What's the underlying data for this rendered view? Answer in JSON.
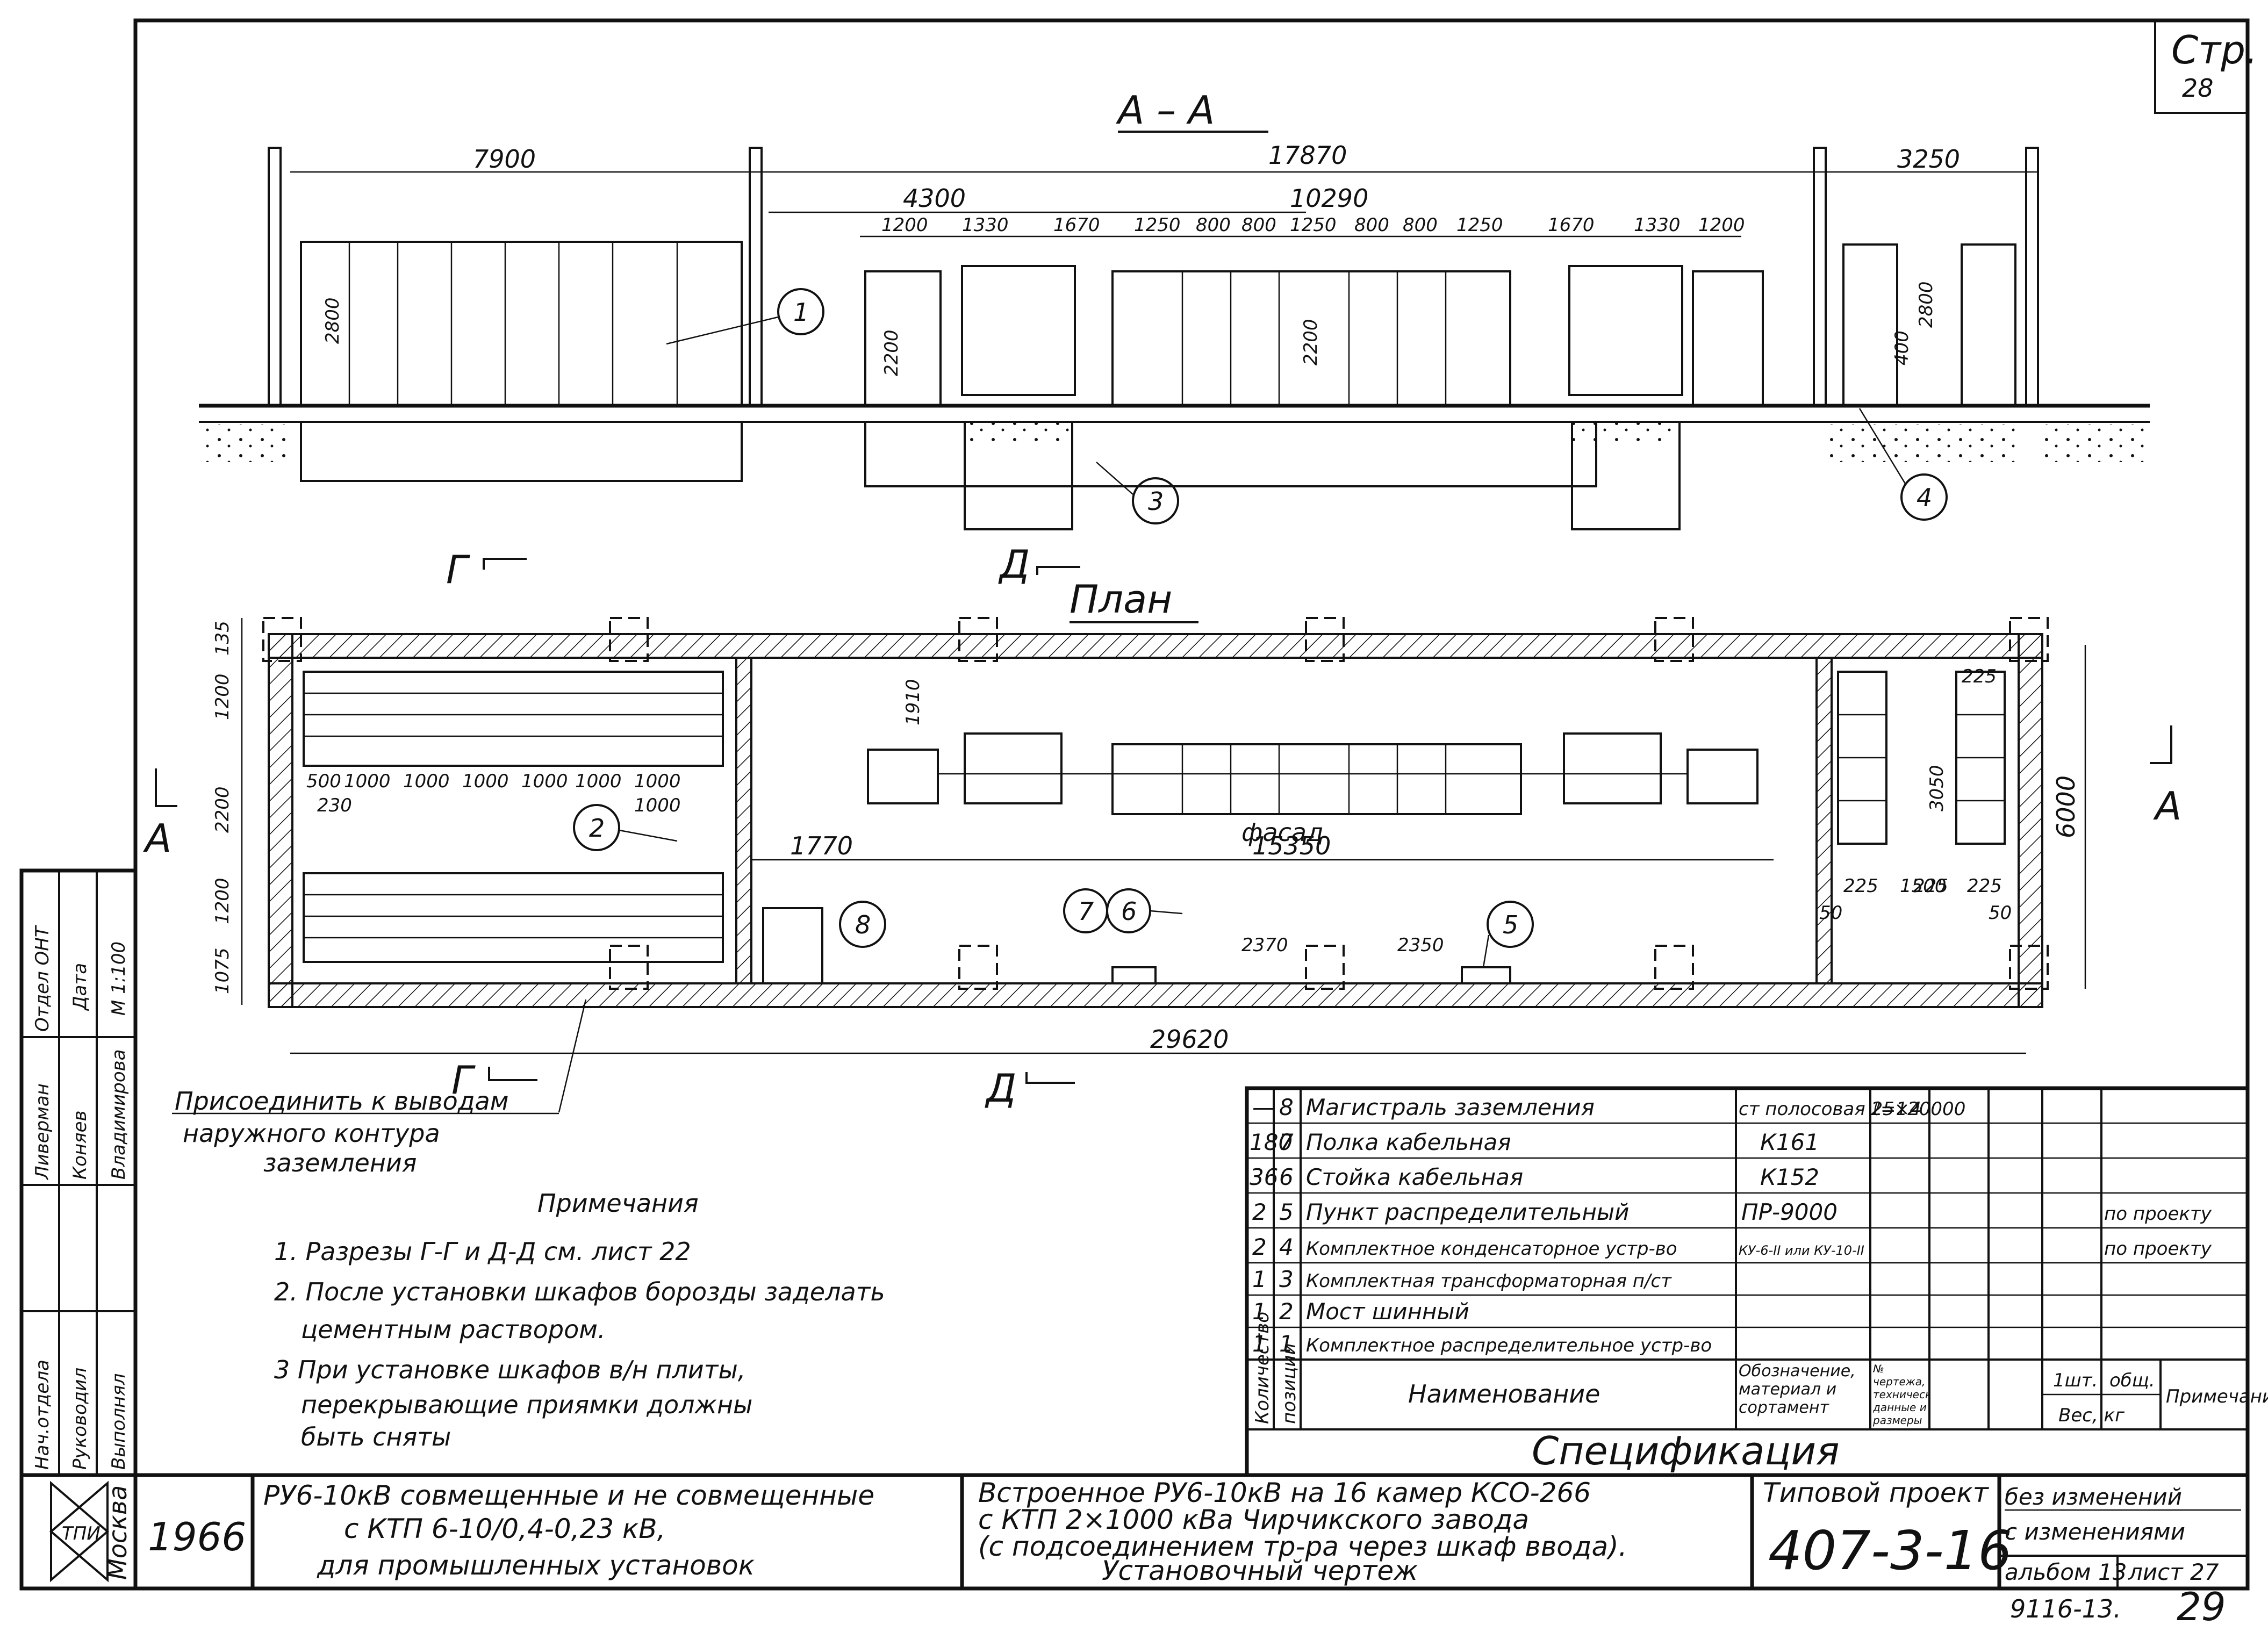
{
  "sheet": {
    "page_label": "Стр.",
    "page_number": "28",
    "stamp_number": "9116-13.",
    "stamp_page": "29"
  },
  "section": {
    "title": "А – А",
    "dims_top": [
      "7900",
      "17870",
      "3250"
    ],
    "dims_mid": [
      "4300",
      "10290"
    ],
    "dims_cells": [
      "1200",
      "1330",
      "1670",
      "1250",
      "800",
      "800",
      "1250",
      "800",
      "800",
      "1250",
      "1670",
      "1330",
      "1200"
    ],
    "heights": [
      "2800",
      "2200",
      "2200",
      "400",
      "2800"
    ],
    "callouts": [
      "1",
      "3",
      "4"
    ],
    "cut_marks": [
      "Г",
      "Д"
    ]
  },
  "plan": {
    "title": "План",
    "left_dims": [
      "135",
      "1200",
      "2200",
      "1200",
      "1075"
    ],
    "cell_dims": [
      "500",
      "1000",
      "1000",
      "1000",
      "1000",
      "1000",
      "1000"
    ],
    "sub_dims": [
      "230",
      "1000"
    ],
    "dims": [
      "1910",
      "1770",
      "15350",
      "2370",
      "2350",
      "29620",
      "3050",
      "6000",
      "225",
      "225",
      "225",
      "1500",
      "225",
      "50",
      "50"
    ],
    "facade_label": "фасад",
    "section_marks": [
      "А",
      "А",
      "Г",
      "Д"
    ],
    "callouts": [
      "2",
      "8",
      "7",
      "6",
      "5"
    ]
  },
  "ground_note": {
    "line1": "Присоединить к выводам",
    "line2": "наружного контура",
    "line3": "заземления"
  },
  "notes": {
    "title": "Примечания",
    "items": [
      "1. Разрезы Г-Г и Д-Д см. лист 22",
      "2. После установки шкафов борозды заделать",
      "цементным раствором.",
      "3 При установке шкафов в/н плиты,",
      "перекрывающие приямки должны",
      "быть сняты"
    ]
  },
  "spec": {
    "title": "Спецификация",
    "headers": {
      "qty": "Количество",
      "pos": "позиции",
      "name": "Наименование",
      "desig": "Обозначение, материал и сортамент",
      "drawing": "№ чертежа, технические данные и размеры",
      "unit": "1шт.",
      "total": "общ.",
      "weight": "Вес, кг",
      "note": "Примечание"
    },
    "rows": [
      {
        "qty": "—",
        "pos": "8",
        "name": "Магистраль заземления",
        "desig": "ст полосовая 25×4",
        "drawing": "ℓ=120000",
        "note": ""
      },
      {
        "qty": "180",
        "pos": "7",
        "name": "Полка кабельная",
        "desig": "К161",
        "drawing": "",
        "note": ""
      },
      {
        "qty": "36",
        "pos": "6",
        "name": "Стойка кабельная",
        "desig": "К152",
        "drawing": "",
        "note": ""
      },
      {
        "qty": "2",
        "pos": "5",
        "name": "Пункт распределительный",
        "desig": "ПР-9000",
        "drawing": "",
        "note": "по проекту"
      },
      {
        "qty": "2",
        "pos": "4",
        "name": "Комплектное конденсаторное устр-во",
        "desig": "КУ-6-II или КУ-10-II",
        "drawing": "",
        "note": "по проекту"
      },
      {
        "qty": "1",
        "pos": "3",
        "name": "Комплектная трансформаторная п/ст",
        "desig": "",
        "drawing": "",
        "note": ""
      },
      {
        "qty": "1",
        "pos": "2",
        "name": "Мост шинный",
        "desig": "",
        "drawing": "",
        "note": ""
      },
      {
        "qty": "1",
        "pos": "1",
        "name": "Комплектное распределительное устр-во",
        "desig": "",
        "drawing": "",
        "note": ""
      }
    ]
  },
  "title_block": {
    "year": "1966",
    "city": "Москва",
    "desc_line1": "РУ6-10кВ совмещенные и не совмещенные",
    "desc_line2": "с КТП 6-10/0,4-0,23 кВ,",
    "desc_line3": "для промышленных установок",
    "drawing_line1": "Встроенное РУ6-10кВ на 16 камер КСО-266",
    "drawing_line2": "с КТП 2×1000 кВа Чирчикского завода",
    "drawing_line3": "(с подсоединением тр-ра через шкаф ввода).",
    "drawing_line4": "Установочный чертеж",
    "project_label": "Типовой проект",
    "project_number": "407-3-16",
    "variant_line1": "без изменений",
    "variant_line2": "с изменениями",
    "album": "альбом 13",
    "sheet": "лист 27"
  },
  "side_block": {
    "roles": [
      "Нач.отдела",
      "Руководил",
      "Выполнял"
    ],
    "names": [
      "Ливерман",
      "Коняев",
      "Владимирова"
    ],
    "header": [
      "Отдел ОНТ",
      "Дата",
      "М 1:100"
    ]
  }
}
